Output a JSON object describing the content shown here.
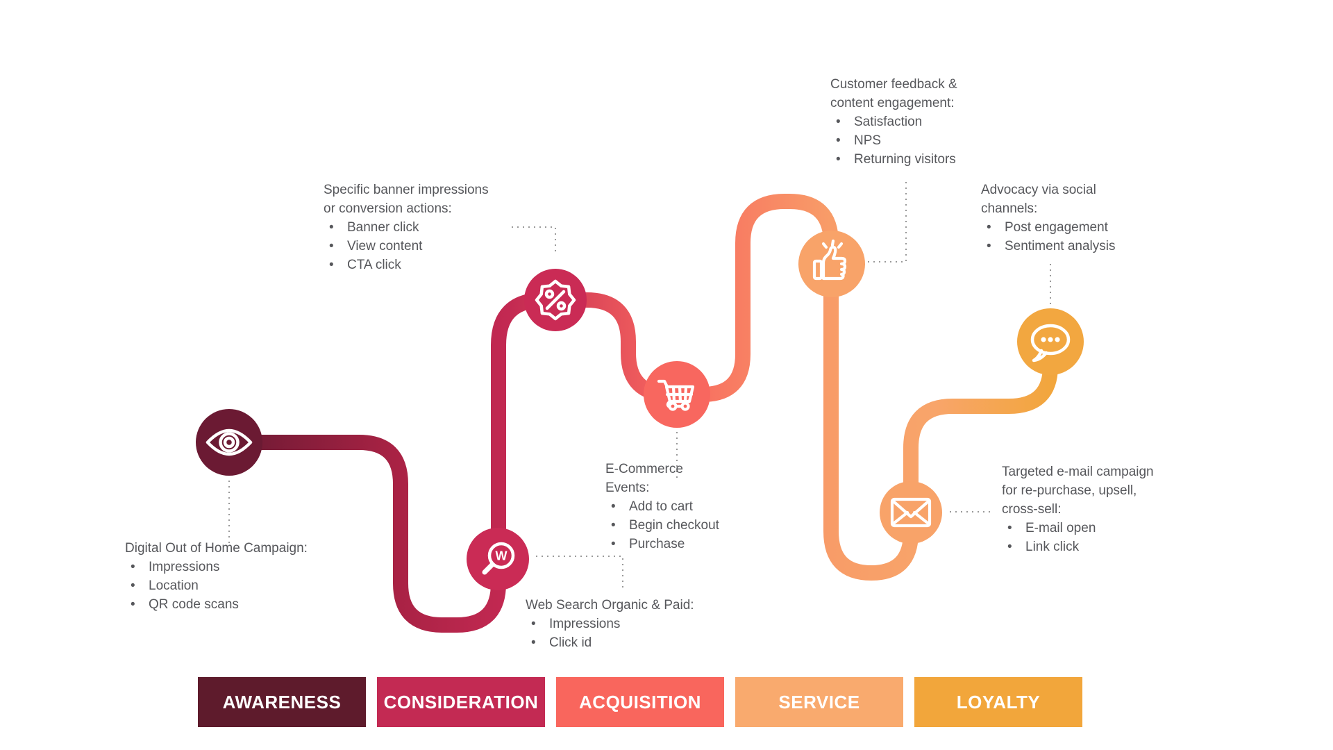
{
  "colors": {
    "text": "#56575b",
    "connector": "#999999",
    "path_gradient": [
      "#6b1a33",
      "#a82244",
      "#c32952",
      "#f8675f",
      "#f89c68",
      "#f8a56a",
      "#f2a63d"
    ]
  },
  "stages": [
    {
      "label": "AWARENESS",
      "color": "#5e1b2c"
    },
    {
      "label": "CONSIDERATION",
      "color": "#c32a53"
    },
    {
      "label": "ACQUISITION",
      "color": "#f9665d"
    },
    {
      "label": "SERVICE",
      "color": "#f9aa6e"
    },
    {
      "label": "LOYALTY",
      "color": "#f2a63b"
    }
  ],
  "touchpoints": [
    {
      "icon": "eye-icon",
      "circle_color": "#6b1a33",
      "title_lines": [
        "Digital Out of Home Campaign:"
      ],
      "bullets": [
        "Impressions",
        "Location",
        "QR code scans"
      ]
    },
    {
      "icon": "discount-badge-icon",
      "circle_color": "#ca2b55",
      "title_lines": [
        "Specific banner impressions",
        "or conversion actions:"
      ],
      "bullets": [
        "Banner click",
        "View content",
        "CTA click"
      ]
    },
    {
      "icon": "web-search-icon",
      "circle_color": "#ca2b55",
      "glyph": "W",
      "title_lines": [
        "Web Search Organic & Paid:"
      ],
      "bullets": [
        "Impressions",
        "Click id"
      ]
    },
    {
      "icon": "shopping-cart-icon",
      "circle_color": "#f8675f",
      "title_lines": [
        "E-Commerce",
        "Events:"
      ],
      "bullets": [
        "Add to cart",
        "Begin checkout",
        "Purchase"
      ]
    },
    {
      "icon": "thumbs-up-icon",
      "circle_color": "#f8a369",
      "title_lines": [
        "Customer feedback &",
        "content engagement:"
      ],
      "bullets": [
        "Satisfaction",
        "NPS",
        "Returning visitors"
      ]
    },
    {
      "icon": "envelope-icon",
      "circle_color": "#f8a369",
      "title_lines": [
        "Targeted e-mail campaign",
        "for re-purchase, upsell,",
        "cross-sell:"
      ],
      "bullets": [
        "E-mail open",
        "Link click"
      ]
    },
    {
      "icon": "speech-bubble-icon",
      "circle_color": "#f2a740",
      "title_lines": [
        "Advocacy via social",
        "channels:"
      ],
      "bullets": [
        "Post engagement",
        "Sentiment analysis"
      ]
    }
  ]
}
